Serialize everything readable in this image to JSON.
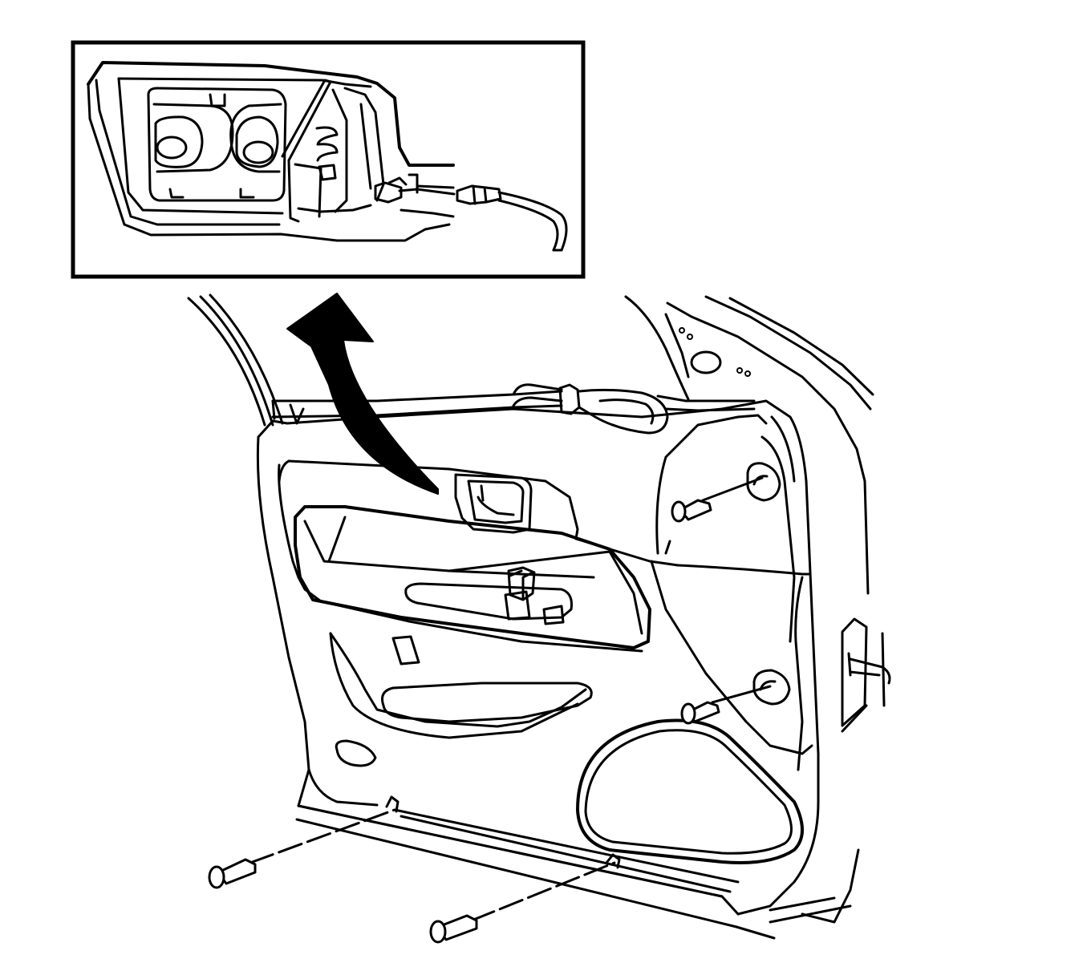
{
  "colors": {
    "line": "#000000",
    "background": "#ffffff"
  },
  "icons": {
    "arrow": "curved-arrow-up-left",
    "fastener": "screw-icon"
  },
  "screws": [
    {
      "name": "screw-lower-left"
    },
    {
      "name": "screw-lower-middle"
    },
    {
      "name": "screw-upper-right"
    },
    {
      "name": "screw-middle-right"
    }
  ]
}
